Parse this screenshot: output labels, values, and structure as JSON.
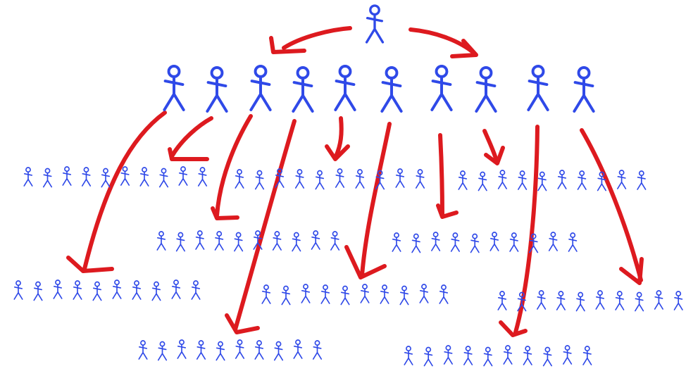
{
  "colors": {
    "person": "#2f49e8",
    "arrow": "#dd1a1f",
    "background": "#ffffff"
  },
  "icons": {
    "person": "stick-figure-icon",
    "arrow": "hand-drawn-arrow-icon"
  },
  "diagram": {
    "root_count": 1,
    "level1_count": 10,
    "groups": [
      {
        "count": 10
      },
      {
        "count": 10
      },
      {
        "count": 10
      },
      {
        "count": 10
      },
      {
        "count": 10
      },
      {
        "count": 10
      },
      {
        "count": 10
      },
      {
        "count": 10
      },
      {
        "count": 10
      },
      {
        "count": 10
      }
    ],
    "arrow_count": 12
  }
}
